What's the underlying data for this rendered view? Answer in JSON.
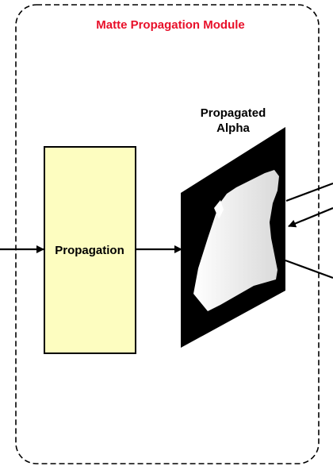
{
  "module": {
    "title": "Matte Propagation Module",
    "title_color": "#e8102a",
    "border_style": "dashed"
  },
  "propagation_box": {
    "label": "Propagation",
    "fill_color": "#fdfdc0"
  },
  "output": {
    "label_line1": "Propagated",
    "label_line2": "Alpha",
    "image_description": "alpha-matte-image"
  }
}
